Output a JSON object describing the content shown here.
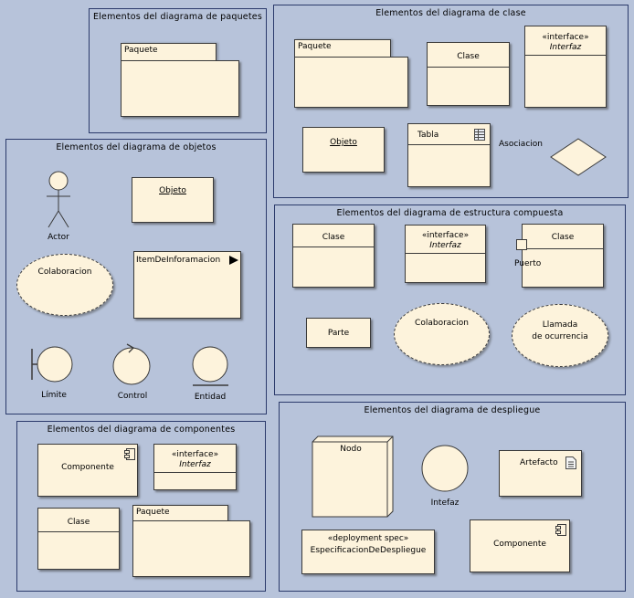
{
  "panels": {
    "paquetes": {
      "title": "Elementos del diagrama de paquetes",
      "paquete": "Paquete"
    },
    "clase": {
      "title": "Elementos del diagrama de clase",
      "paquete": "Paquete",
      "clase": "Clase",
      "interface_stereo": "«interface»",
      "interface_name": "Interfaz",
      "objeto": "Objeto",
      "tabla": "Tabla",
      "asociacion": "Asociacion"
    },
    "objetos": {
      "title": "Elementos del diagrama de objetos",
      "actor": "Actor",
      "objeto": "Objeto",
      "colaboracion": "Colaboracion",
      "item_informacion": "ItemDeInforamacion",
      "limite": "Límite",
      "control": "Control",
      "entidad": "Entidad"
    },
    "estructura": {
      "title": "Elementos del diagrama de estructura compuesta",
      "clase1": "Clase",
      "interface_stereo": "«interface»",
      "interface_name": "Interfaz",
      "clase2": "Clase",
      "puerto": "Puerto",
      "parte": "Parte",
      "colaboracion": "Colaboracion",
      "llamada_l1": "Llamada",
      "llamada_l2": "de ocurrencia"
    },
    "componentes": {
      "title": "Elementos del diagrama de componentes",
      "componente": "Componente",
      "interface_stereo": "«interface»",
      "interface_name": "Interfaz",
      "clase": "Clase",
      "paquete": "Paquete"
    },
    "despliegue": {
      "title": "Elementos del diagrama de despliegue",
      "nodo": "Nodo",
      "interfaz": "Intefaz",
      "artefacto": "Artefacto",
      "deployment_stereo": "«deployment spec»",
      "deployment_name": "EspecificacionDeDespliegue",
      "componente": "Componente"
    }
  },
  "colors": {
    "background": "#b7c3da",
    "element_fill": "#fdf3dc",
    "panel_border": "#2b3a6b"
  }
}
